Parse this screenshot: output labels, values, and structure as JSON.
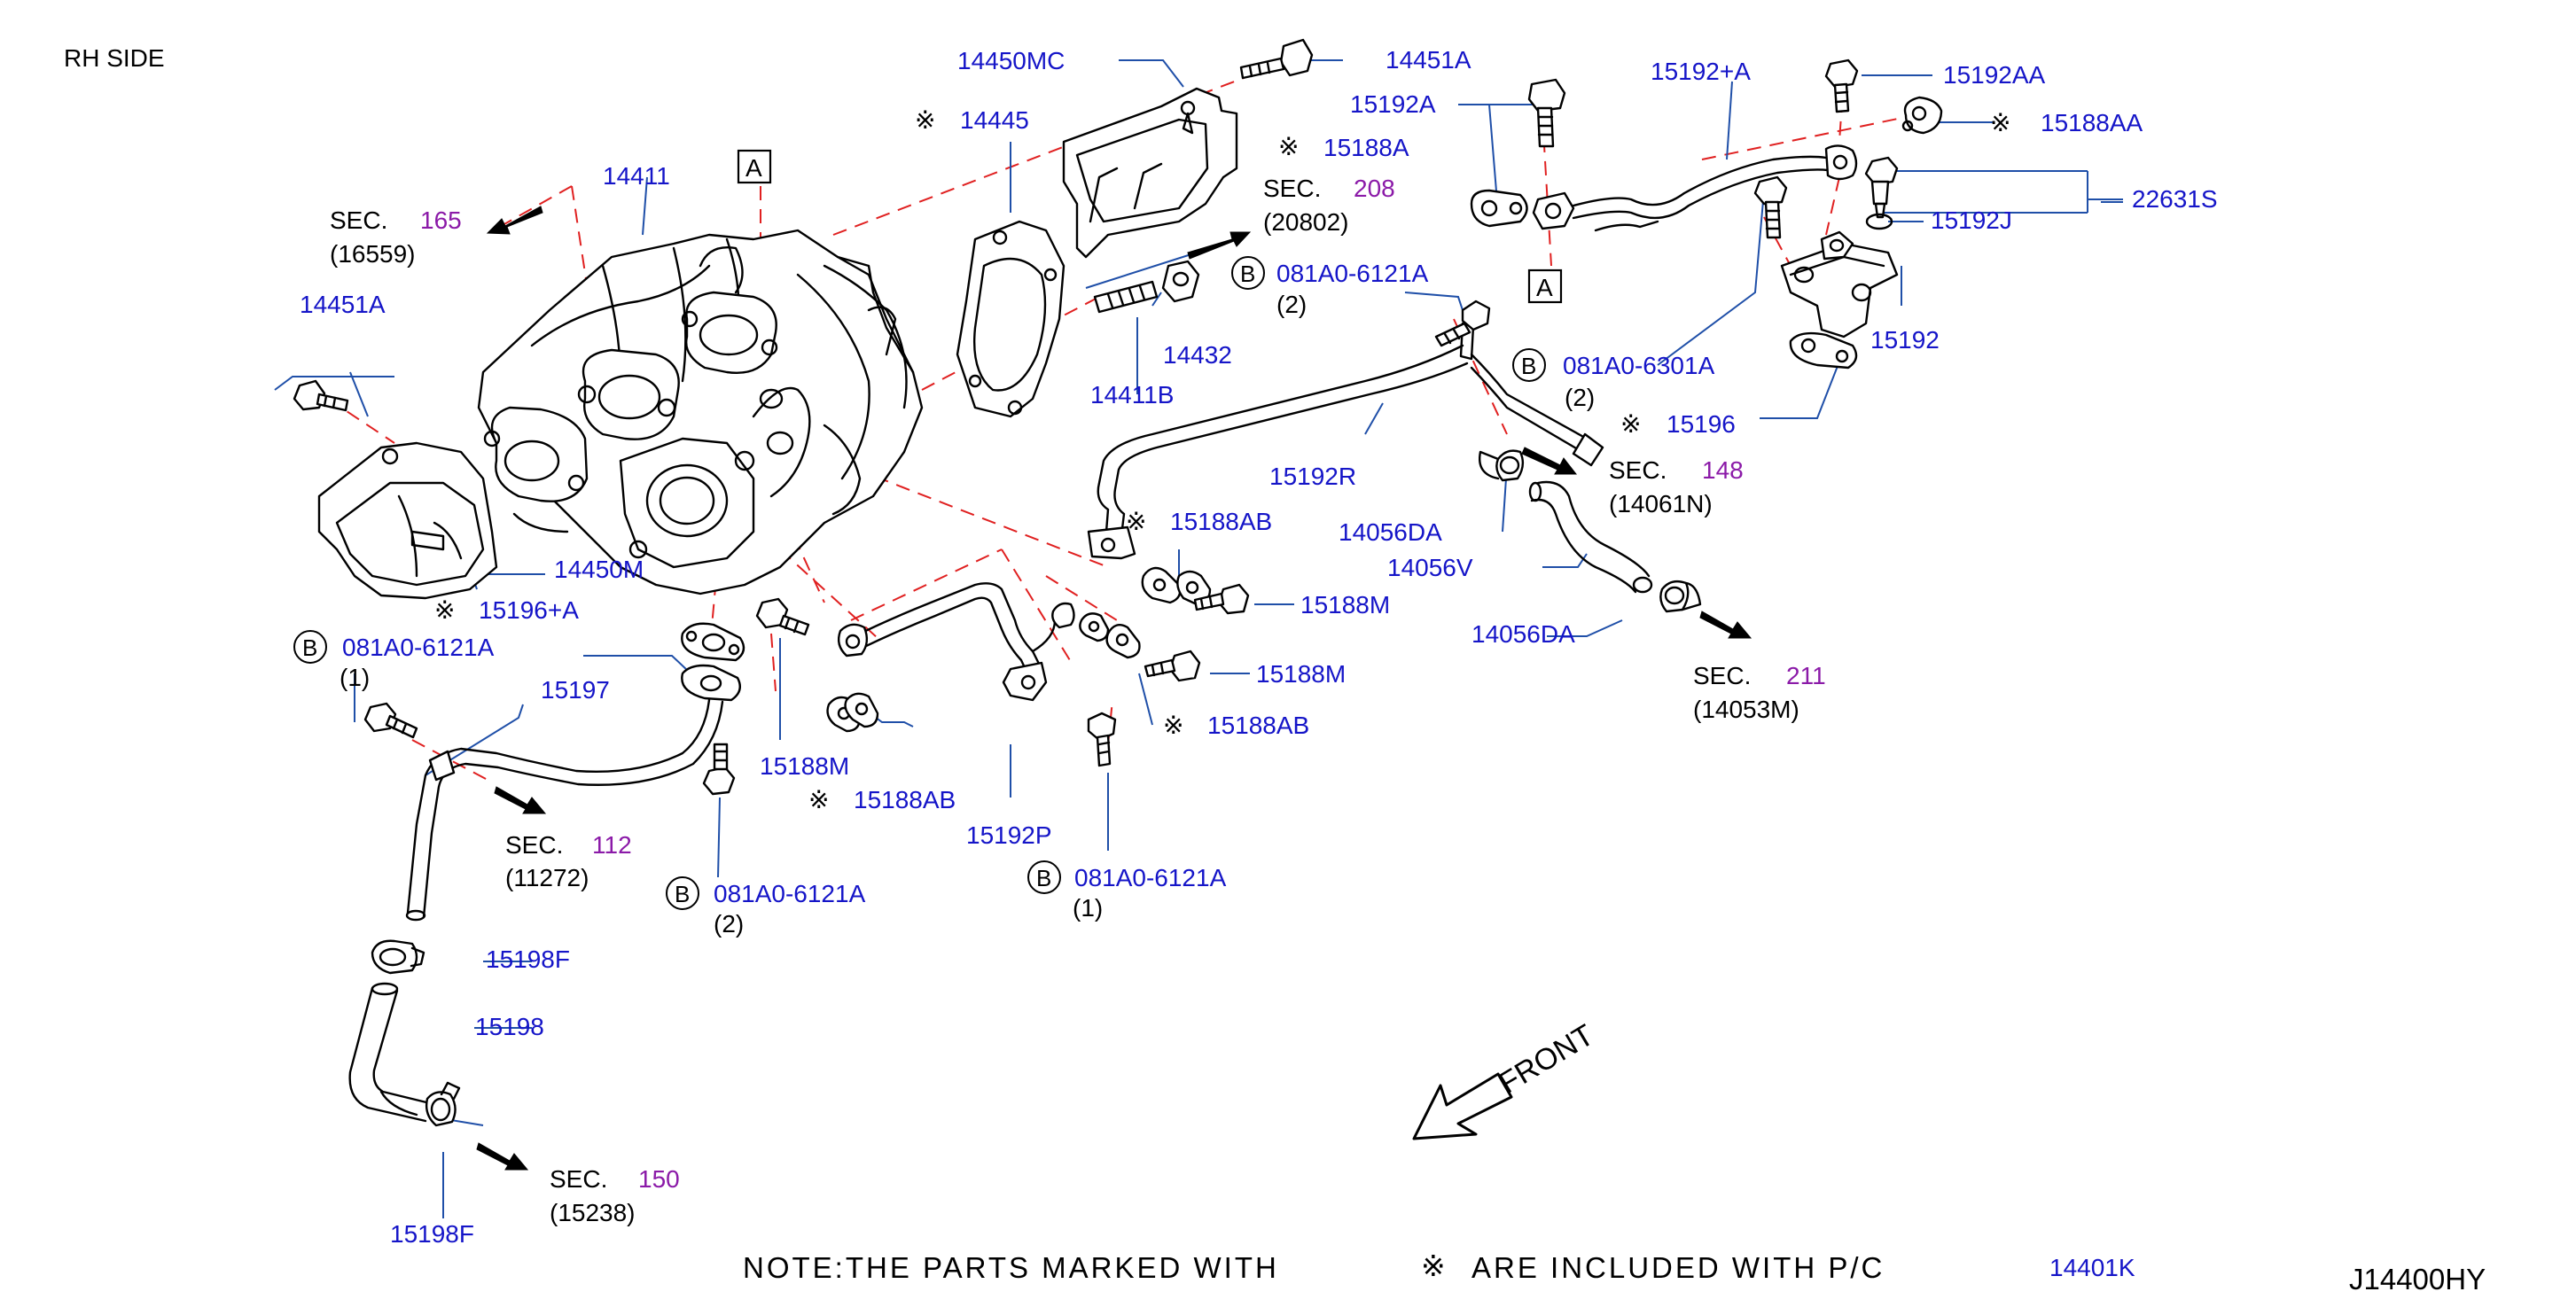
{
  "header": {
    "side": "RH   SIDE"
  },
  "diagram_code": "J14400HY",
  "note": {
    "text": "NOTE:THE   PARTS   MARKED   WITH",
    "mark": "※",
    "rest": "ARE   INCLUDED   WITH   P/C",
    "part": "14401K"
  },
  "marks": {
    "kome": "※",
    "b": "B",
    "a": "A"
  },
  "front_label": "FRONT",
  "parts": {
    "p14411": "14411",
    "p14450MC": "14450MC",
    "p14451A_top": "14451A",
    "p14445": "14445",
    "p15192A": "15192A",
    "p15188A": "15188A",
    "p15192plusA": "15192+A",
    "p15192AA": "15192AA",
    "p15188AA": "15188AA",
    "p22631S": "22631S",
    "p15192J": "15192J",
    "p15192": "15192",
    "p081A0_6301A": "081A0-6301A",
    "qty_6301A": "(2)",
    "p15196": "15196",
    "p081A0_6121A_top": "081A0-6121A",
    "qty_top": "(2)",
    "p14432": "14432",
    "p14411B": "14411B",
    "p15192R": "15192R",
    "p14056DA_1": "14056DA",
    "p14056V": "14056V",
    "p14056DA_2": "14056DA",
    "p15188AB_1": "15188AB",
    "p15188M_1": "15188M",
    "p15188M_2": "15188M",
    "p15188AB_2": "15188AB",
    "p14451A_left": "14451A",
    "p14450M": "14450M",
    "p15196plusA": "15196+A",
    "p081A0_6121A_left": "081A0-6121A",
    "qty_left": "(1)",
    "p15197": "15197",
    "p15188M_3": "15188M",
    "p15188AB_3": "15188AB",
    "p15192P": "15192P",
    "p081A0_6121A_bot": "081A0-6121A",
    "qty_bot": "(1)",
    "p081A0_6121A_mid": "081A0-6121A",
    "qty_mid": "(2)",
    "p15198F_1": "15198F",
    "p15198": "15198",
    "p15198F_2": "15198F"
  },
  "sections": {
    "s165": {
      "sec": "SEC.",
      "num": "165",
      "ref": "(16559)"
    },
    "s208": {
      "sec": "SEC.",
      "num": "208",
      "ref": "(20802)"
    },
    "s148": {
      "sec": "SEC.",
      "num": "148",
      "ref": "(14061N)"
    },
    "s211": {
      "sec": "SEC.",
      "num": "211",
      "ref": "(14053M)"
    },
    "s112": {
      "sec": "SEC.",
      "num": "112",
      "ref": "(11272)"
    },
    "s150": {
      "sec": "SEC.",
      "num": "150",
      "ref": "(15238)"
    }
  }
}
